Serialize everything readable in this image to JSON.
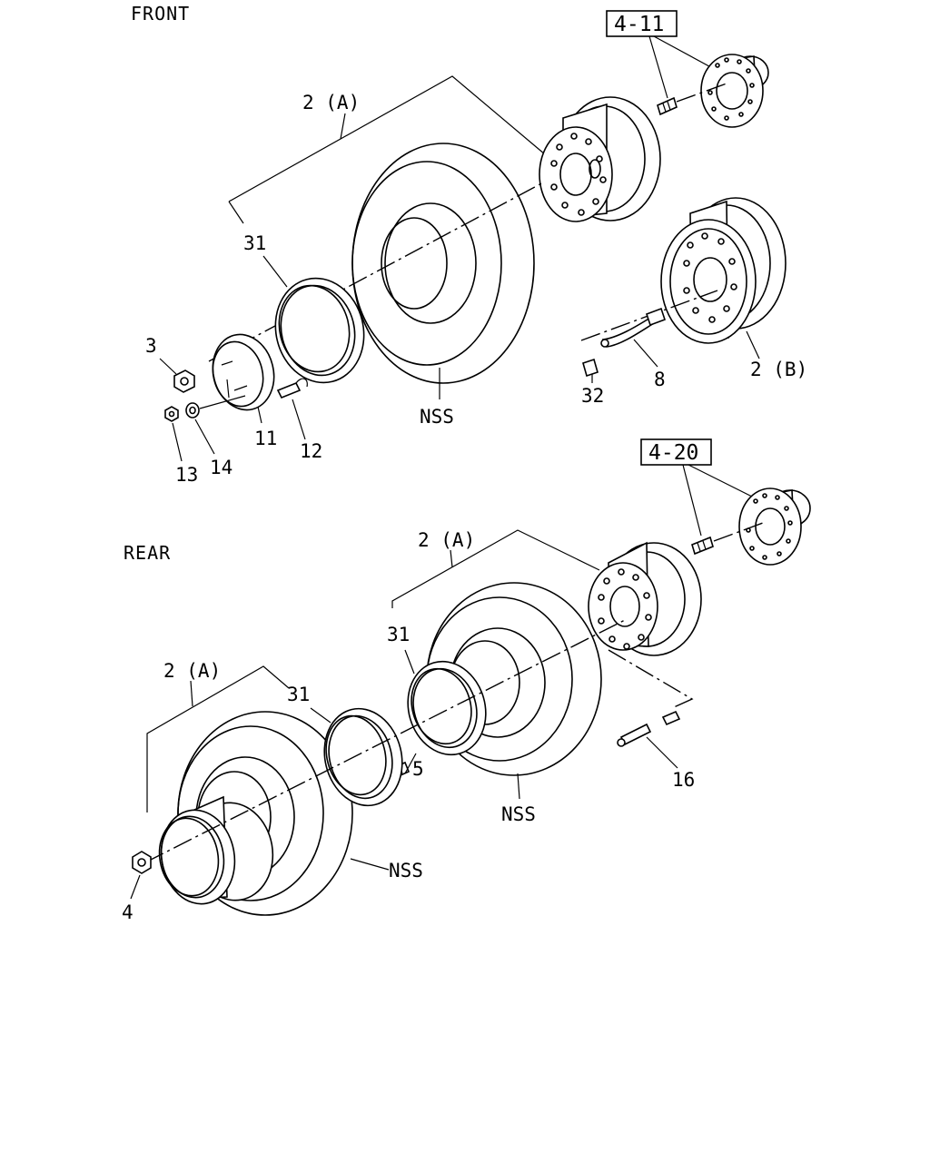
{
  "sections": {
    "front": "FRONT",
    "rear": "REAR"
  },
  "references": {
    "front_hub": "4-11",
    "rear_hub": "4-20"
  },
  "labels": {
    "front_wheel_a": "2 (A)",
    "front_wheel_b": "2 (B)",
    "front_31": "31",
    "front_3": "3",
    "front_13": "13",
    "front_14": "14",
    "front_11": "11",
    "front_12": "12",
    "front_nss": "NSS",
    "front_32": "32",
    "front_8": "8",
    "rear_wheel_a_inner": "2 (A)",
    "rear_wheel_a_outer": "2 (A)",
    "rear_31_inner": "31",
    "rear_31_outer": "31",
    "rear_5": "5",
    "rear_16": "16",
    "rear_nss_inner": "NSS",
    "rear_nss_outer": "NSS",
    "rear_4": "4"
  }
}
